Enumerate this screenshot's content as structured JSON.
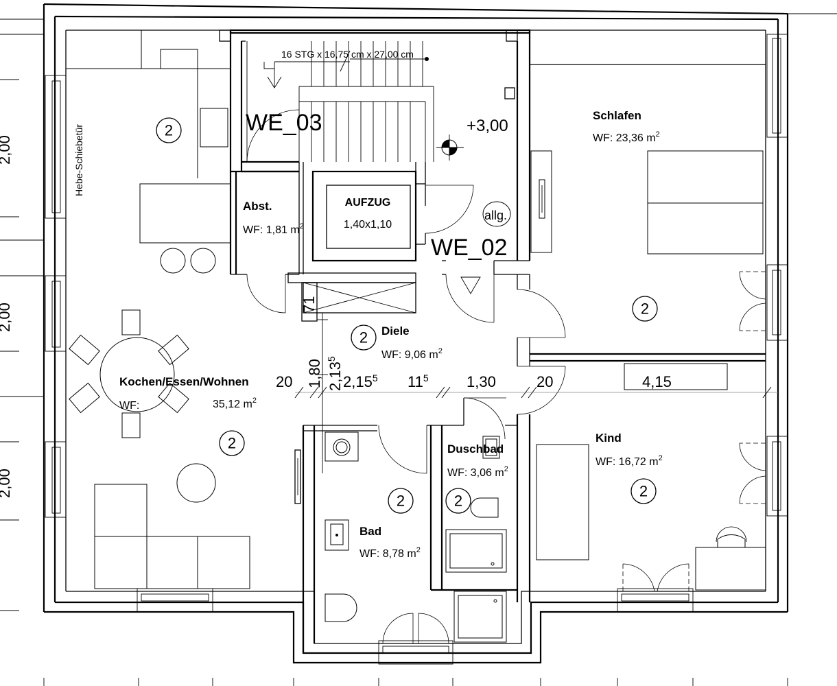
{
  "labels": {
    "stairs_note": "16 STG x 16,75 cm x 27,00 cm",
    "level": "+3,00",
    "unit_we03": "WE_03",
    "unit_we02": "WE_02",
    "allg": "allg.",
    "hebe": "Hebe-Schiebetür",
    "elevator_title": "AUFZUG",
    "elevator_size": "1,40x1,10"
  },
  "rooms": {
    "schlafen": {
      "name": "Schlafen",
      "wf_prefix": "WF: 23,36 m",
      "exp": "2"
    },
    "abst": {
      "name": "Abst.",
      "wf_prefix": "WF: 1,81 m",
      "exp": "2"
    },
    "diele": {
      "name": "Diele",
      "wf_prefix": "WF: 9,06 m",
      "exp": "2"
    },
    "kochen": {
      "name": "Kochen/Essen/Wohnen",
      "wf_lead": "WF:",
      "wf_prefix": "35,12 m",
      "exp": "2"
    },
    "duschbad": {
      "name": "Duschbad",
      "wf_prefix": "WF: 3,06 m",
      "exp": "2"
    },
    "kind": {
      "name": "Kind",
      "wf_prefix": "WF: 16,72 m",
      "exp": "2"
    },
    "bad": {
      "name": "Bad",
      "wf_prefix": "WF: 8,78 m",
      "exp": "2"
    }
  },
  "bubble_value": "2",
  "dimensions": {
    "d20a": "20",
    "d180": "1,80",
    "d2135": "2,13",
    "d2135_sup": "5",
    "d2155": "2,15",
    "d2155_sup": "5",
    "d115": "11",
    "d115_sup": "5",
    "d130": "1,30",
    "d20b": "20",
    "d415": "4,15",
    "d71": "71",
    "left_a": "2,00",
    "left_b": "2,00",
    "left_c": "2,00"
  }
}
